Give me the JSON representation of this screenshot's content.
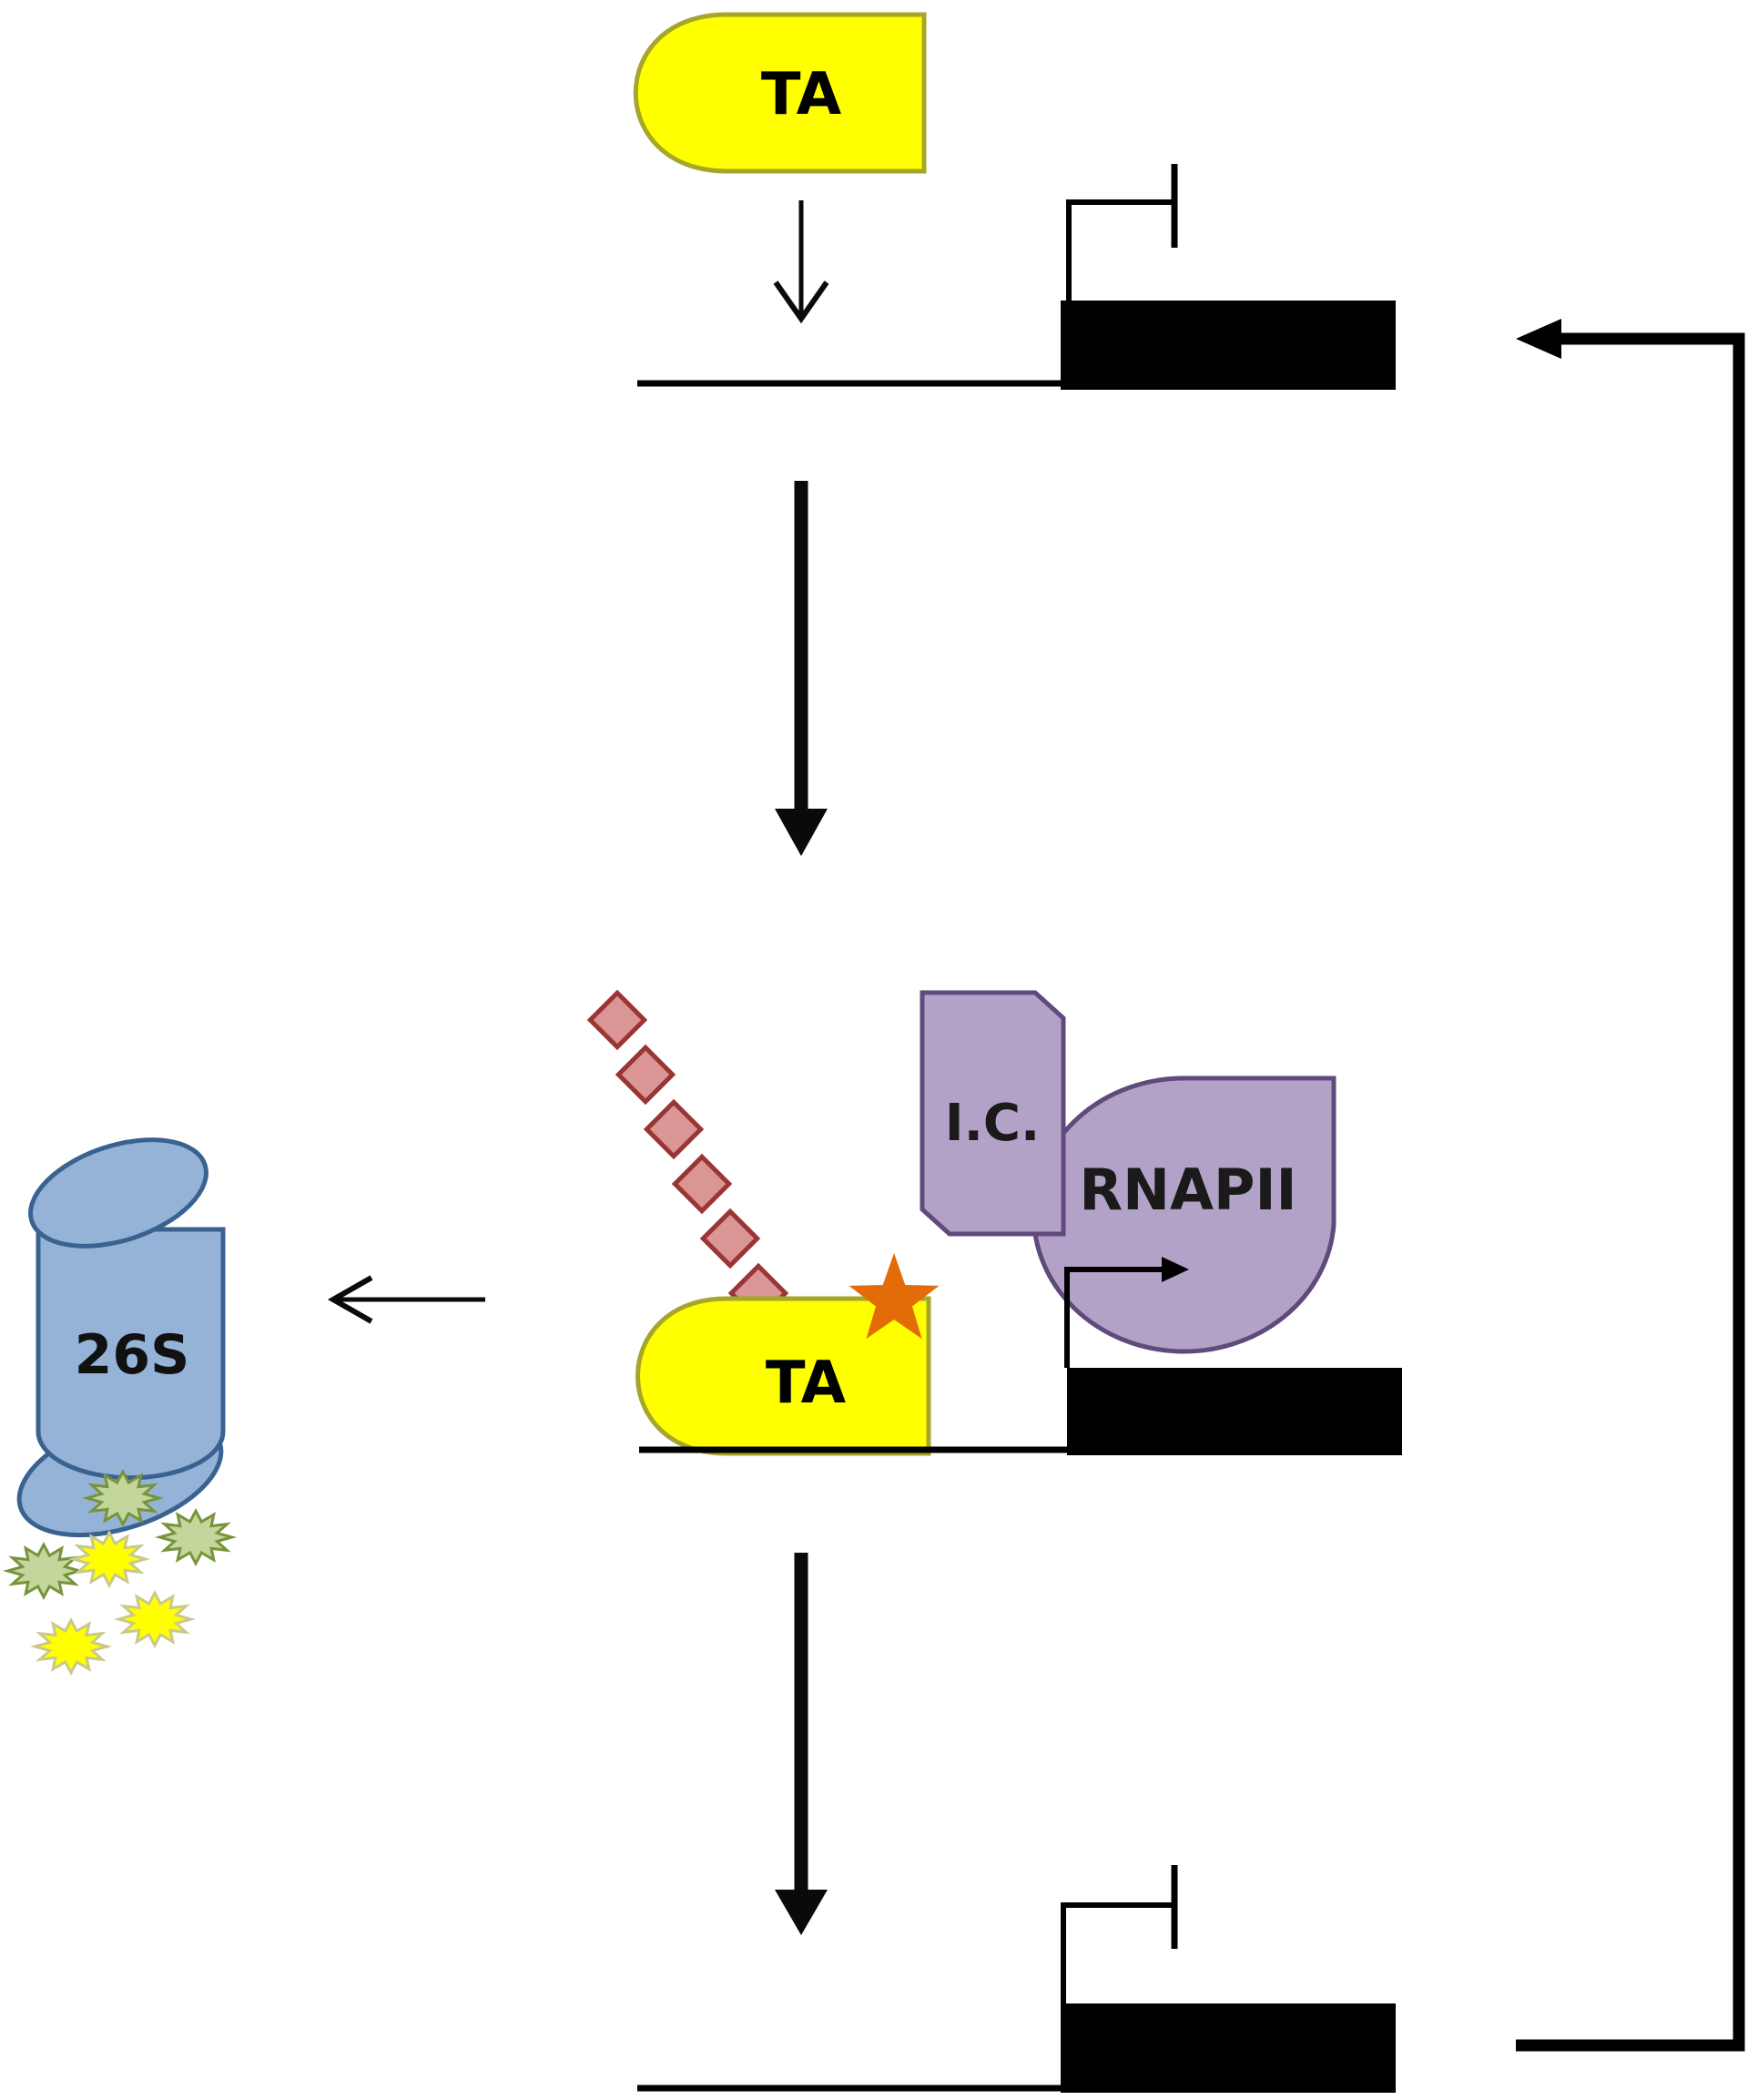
{
  "labels": {
    "ta_free": "TA",
    "ta_bound": "TA",
    "initiation_complex": "I.C.",
    "polymerase": "RNAPII",
    "proteasome": "26S"
  },
  "colors": {
    "ta_fill": "#ffff00",
    "ta_stroke": "#a6a62a",
    "ubiquitin_fill": "#d99694",
    "ubiquitin_stroke": "#9b3535",
    "phospho_star": "#e36c09",
    "complex_fill": "#b3a2c7",
    "complex_stroke": "#604a7b",
    "proteasome_fill": "#95b3d7",
    "proteasome_stroke": "#3a6291",
    "fragment_green_fill": "#c3d69b",
    "fragment_green_stroke": "#77933c",
    "fragment_yellow_fill": "#ffff00",
    "fragment_yellow_stroke": "#c9c98a",
    "dna": "#000000",
    "arrow": "#0a0a0a"
  },
  "icons": {
    "activation_mark": "star-icon",
    "inactive_promoter": "blocked-promoter-icon",
    "active_promoter": "transcription-start-arrow-icon",
    "ubiquitin_chain": "ubiquitin-chain-icon",
    "degradation_fragments": "peptide-fragment-icon"
  }
}
